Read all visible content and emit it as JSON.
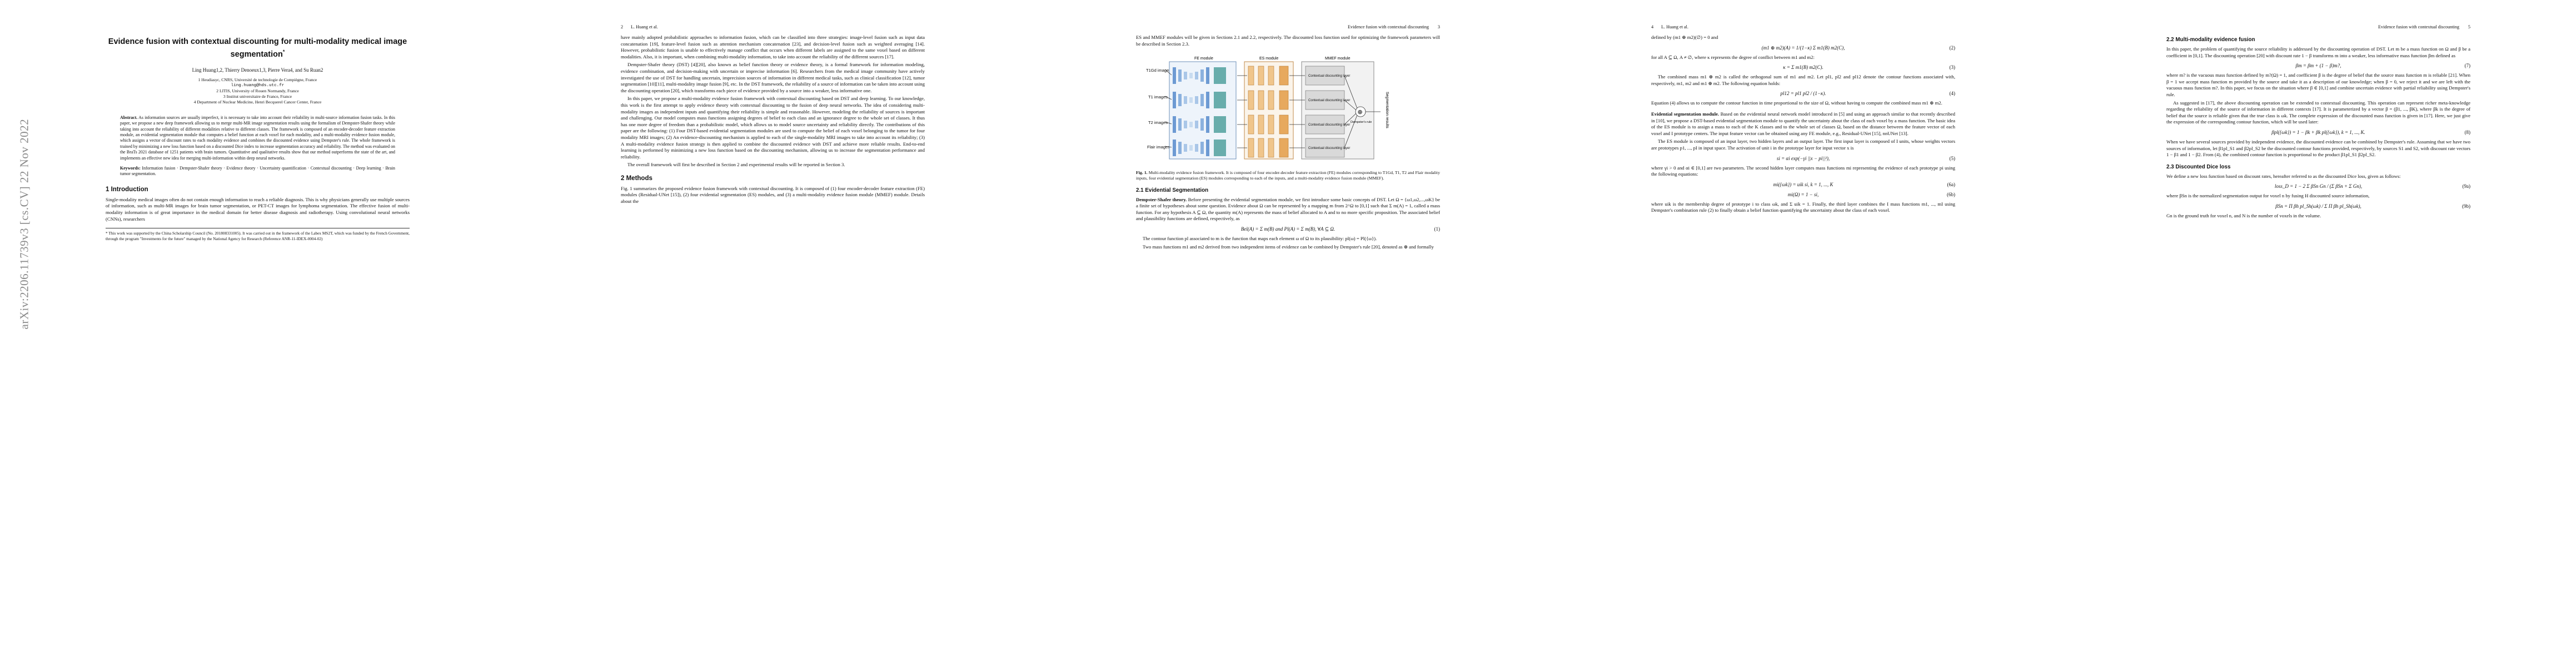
{
  "arxiv_stamp": "arXiv:2206.11739v3  [cs.CV]  22 Nov 2022",
  "page1": {
    "title": "Evidence fusion with contextual discounting for multi-modality medical image segmentation",
    "title_mark": "*",
    "authors": "Ling Huang1,2, Thierry Denoeux1,3, Pierre Vera4, and Su Ruan2",
    "affiliations": [
      "1 Heudiasyc, CNRS, Université de technologie de Compiègne, France",
      "ling.huang@hds.utc.fr",
      "2 LITIS, University of Rouen Normandy, France",
      "3 Institut universitaire de France, France",
      "4 Department of Nuclear Medicine, Henri Becquerel Cancer Center, France"
    ],
    "abstract_label": "Abstract.",
    "abstract": "As information sources are usually imperfect, it is necessary to take into account their reliability in multi-source information fusion tasks. In this paper, we propose a new deep framework allowing us to merge multi-MR image segmentation results using the formalism of Dempster-Shafer theory while taking into account the reliability of different modalities relative to different classes. The framework is composed of an encoder-decoder feature extraction module, an evidential segmentation module that computes a belief function at each voxel for each modality, and a multi-modality evidence fusion module, which assigns a vector of discount rates to each modality evidence and combines the discounted evidence using Dempster's rule. The whole framework is trained by minimizing a new loss function based on a discounted Dice index to increase segmentation accuracy and reliability. The method was evaluated on the BraTs 2021 database of 1251 patients with brain tumors. Quantitative and qualitative results show that our method outperforms the state of the art, and implements an effective new idea for merging multi-information within deep neural networks.",
    "keywords_label": "Keywords:",
    "keywords": "Information fusion · Dempster-Shafer theory · Evidence theory · Uncertainty quantification · Contextual discounting · Deep learning · Brain tumor segmentation.",
    "section_intro": "1   Introduction",
    "intro_p1": "Single-modality medical images often do not contain enough information to reach a reliable diagnosis. This is why physicians generally use multiple sources of information, such as multi-MR images for brain tumor segmentation, or PET-CT images for lymphoma segmentation. The effective fusion of multi-modality information is of great importance in the medical domain for better disease diagnosis and radiotherapy. Using convolutional neural networks (CNNs), researchers",
    "footnote": "* This work was supported by the China Scholarship Council (No. 201808331005). It was carried out in the framework of the Labex MS2T, which was funded by the French Government, through the program \"Investments for the future\" managed by the National Agency for Research (Reference ANR-11-IDEX-0004-02)"
  },
  "page2": {
    "page_number": "2",
    "running_head": "L. Huang et al.",
    "p1": "have mainly adopted probabilistic approaches to information fusion, which can be classified into three strategies: image-level fusion such as input data concatenation [19], feature-level fusion such as attention mechanism concatenation [23], and decision-level fusion such as weighted averaging [14]. However, probabilistic fusion is unable to effectively manage conflict that occurs when different labels are assigned to the same voxel based on different modalities. Also, it is important, when combining multi-modality information, to take into account the reliability of the different sources [17].",
    "p2": "Dempster-Shafer theory (DST) [4][20], also known as belief function theory or evidence theory, is a formal framework for information modeling, evidence combination, and decision-making with uncertain or imprecise information [6]. Researchers from the medical image community have actively investigated the use of DST for handling uncertain, imprecision sources of information in different medical tasks, such as clinical classification [12], tumor segmentation [10][11], multi-modality image fusion [9], etc. In the DST framework, the reliability of a source of information can be taken into account using the discounting operation [20], which transforms each piece of evidence provided by a source into a weaker, less informative one.",
    "p3": "In this paper, we propose a multi-modality evidence fusion framework with contextual discounting based on DST and deep learning. To our knowledge, this work is the first attempt to apply evidence theory with contextual discounting to the fusion of deep neural networks. The idea of considering multi-modality images as independent inputs and quantifying their reliability is simple and reasonable. However, modeling the reliability of sources is important and challenging. Our model computes mass functions assigning degrees of belief to each class and an ignorance degree to the whole set of classes. It thus has one more degree of freedom than a probabilistic model, which allows us to model source uncertainty and reliability directly. The contributions of this paper are the following: (1) Four DST-based evidential segmentation modules are used to compute the belief of each voxel belonging to the tumor for four modality MRI images; (2) An evidence-discounting mechanism is applied to each of the single-modality MRI images to take into account its reliability; (3) A multi-modality evidence fusion strategy is then applied to combine the discounted evidence with DST and achieve more reliable results. End-to-end learning is performed by minimizing a new loss function based on the discounting mechanism, allowing us to increase the segmentation performance and reliability.",
    "p4": "The overall framework will first be described in Section 2 and experimental results will be reported in Section 3.",
    "section_methods": "2   Methods",
    "methods_p": "Fig. 1 summarizes the proposed evidence fusion framework with contextual discounting. It is composed of (1) four encoder-decoder feature extraction (FE) modules (Residual-UNet [15]), (2) four evidential segmentation (ES) modules, and (3) a multi-modality evidence fusion module (MMEF) module. Details about the"
  },
  "page3": {
    "page_number": "3",
    "running_head": "Evidence fusion with contextual discounting",
    "p1": "ES and MMEF modules will be given in Sections 2.1 and 2.2, respectively. The discounted loss function used for optimizing the framework parameters will be described in Section 2.3.",
    "figure": {
      "inputs": [
        "T1Gd images",
        "T1 images",
        "T2 images",
        "Flair images"
      ],
      "module_fe": "FE module",
      "module_es": "ES module",
      "module_mmef": "MMEF module",
      "mmef_boxes": [
        "Contextual discounting layer",
        "Contextual discounting layer",
        "Contextual discounting layer",
        "Contextual discounting layer"
      ],
      "combine": "Dempster's rule",
      "output": "Segmentation results"
    },
    "caption_label": "Fig. 1.",
    "caption": "Multi-modality evidence fusion framework. It is composed of four encoder-decoder feature extraction (FE) modules corresponding to T1Gd, T1, T2 and Flair modality inputs, four evidential segmentation (ES) modules corresponding to each of the inputs, and a multi-modality evidence fusion module (MMEF).",
    "subsection": "2.1   Evidential Segmentation",
    "runin_dst": "Dempster-Shafer theory.",
    "dst_p": "Before presenting the evidential segmentation module, we first introduce some basic concepts of DST. Let Ω = {ω1,ω2,...,ωK} be a finite set of hypotheses about some question. Evidence about Ω can be represented by a mapping m from 2^Ω to [0,1] such that Σ m(A) = 1, called a mass function. For any hypothesis A ⊆ Ω, the quantity m(A) represents the mass of belief allocated to A and to no more specific proposition. The associated belief and plausibility functions are defined, respectively, as",
    "eq1": "Bel(A) = Σ m(B)   and   Pl(A) = Σ m(B),   ∀A ⊆ Ω.",
    "eq1_num": "(1)",
    "contour_p": "The contour function pl associated to m is the function that maps each element ω of Ω to its plausibility: pl(ω) = Pl({ω}).",
    "combine_p": "Two mass functions m1 and m2 derived from two independent items of evidence can be combined by Dempster's rule [20], denoted as ⊕ and formally"
  },
  "page4": {
    "page_number": "4",
    "running_head": "L. Huang et al.",
    "p1": "defined by (m1 ⊕ m2)(∅) = 0 and",
    "eq2": "(m1 ⊕ m2)(A) = 1/(1−κ) Σ m1(B) m2(C),",
    "eq2_num": "(2)",
    "p2": "for all A ⊆ Ω, A ≠ ∅, where κ represents the degree of conflict between m1 and m2:",
    "eq3": "κ = Σ m1(B) m2(C).",
    "eq3_num": "(3)",
    "p3": "The combined mass m1 ⊕ m2 is called the orthogonal sum of m1 and m2. Let pl1, pl2 and pl12 denote the contour functions associated with, respectively, m1, m2 and m1 ⊕ m2. The following equation holds:",
    "eq4": "pl12 = pl1 pl2 / (1−κ).",
    "eq4_num": "(4)",
    "p4": "Equation (4) allows us to compute the contour function in time proportional to the size of Ω, without having to compute the combined mass m1 ⊕ m2.",
    "runin_es": "Evidential segmentation module.",
    "es_p": "Based on the evidential neural network model introduced in [5] and using an approach similar to that recently described in [10], we propose a DST-based evidential segmentation module to quantify the uncertainty about the class of each voxel by a mass function. The basic idea of the ES module is to assign a mass to each of the K classes and to the whole set of classes Ω, based on the distance between the feature vector of each voxel and I prototype centers. The input feature vector can be obtained using any FE module, e.g., Residual-UNet [15], nnUNet [13].",
    "es_p2": "The ES module is composed of an input layer, two hidden layers and an output layer. The first input layer is composed of I units, whose weights vectors are prototypes p1, ..., pI in input space. The activation of unit i in the prototype layer for input vector x is",
    "eq5": "si = αi exp(−γi ||x − pi||²),",
    "eq5_num": "(5)",
    "es_p3": "where γi > 0 and αi ∈ [0,1] are two parameters. The second hidden layer computes mass functions mi representing the evidence of each prototype pi using the following equations:",
    "eq6a": "mi({ωk}) = uik si,   k = 1, ..., K",
    "eq6a_num": "(6a)",
    "eq6b": "mi(Ω) = 1 − si,",
    "eq6b_num": "(6b)",
    "es_p4": "where uik is the membership degree of prototype i to class ωk, and Σ uik = 1. Finally, the third layer combines the I mass functions m1, ..., mI using Dempster's combination rule (2) to finally obtain a belief function quantifying the uncertainty about the class of each voxel."
  },
  "page5": {
    "page_number": "5",
    "running_head": "Evidence fusion with contextual discounting",
    "subsection": "2.2   Multi-modality evidence fusion",
    "p1": "In this paper, the problem of quantifying the source reliability is addressed by the discounting operation of DST. Let m be a mass function on Ω and β be a coefficient in [0,1]. The discounting operation [20] with discount rate 1 − β transforms m into a weaker, less informative mass function βm defined as",
    "eq7": "βm = βm + (1 − β)m?,",
    "eq7_num": "(7)",
    "p2": "where m? is the vacuous mass function defined by m?(Ω) = 1, and coefficient β is the degree of belief that the source mass function m is reliable [21]. When β = 1 we accept mass function m provided by the source and take it as a description of our knowledge; when β = 0, we reject it and we are left with the vacuous mass function m?. In this paper, we focus on the situation where β ∈ [0,1] and combine uncertain evidence with partial reliability using Dempster's rule.",
    "p3": "As suggested in [17], the above discounting operation can be extended to contextual discounting. This operation can represent richer meta-knowledge regarding the reliability of the source of information in different contexts [17]. It is parameterized by a vector β = (β1, ..., βK), where βk is the degree of belief that the source is reliable given that the true class is ωk. The complete expression of the discounted mass function is given in [17]. Here, we just give the expression of the corresponding contour function, which will be used later:",
    "eq8": "βpl({ωk}) = 1 − βk + βk pl({ωk}),   k = 1, ..., K.",
    "eq8_num": "(8)",
    "p4": "When we have several sources provided by independent evidence, the discounted evidence can be combined by Dempster's rule. Assuming that we have two sources of information, let β1pl_S1 and β2pl_S2 be the discounted contour functions provided, respectively, by sources S1 and S2, with discount rate vectors 1 − β1 and 1 − β2. From (4), the combined contour function is proportional to the product β1pl_S1 β2pl_S2.",
    "subsection2": "2.3   Discounted Dice loss",
    "p5": "We define a new loss function based on discount rates, hereafter referred to as the discounted Dice loss, given as follows:",
    "eq9a": "loss_D = 1 − 2 Σ βSn Gn / (Σ βSn + Σ Gn),",
    "eq9a_num": "(9a)",
    "p6": "where βSn is the normalized segmentation output for voxel n by fusing H discounted source information,",
    "eq9b": "βSn = Π βh pl_Sh(ωk) / Σ Π βh pl_Sh(ωk),",
    "eq9b_num": "(9b)",
    "p7": "Gn is the ground truth for voxel n, and N is the number of voxels in the volume."
  }
}
